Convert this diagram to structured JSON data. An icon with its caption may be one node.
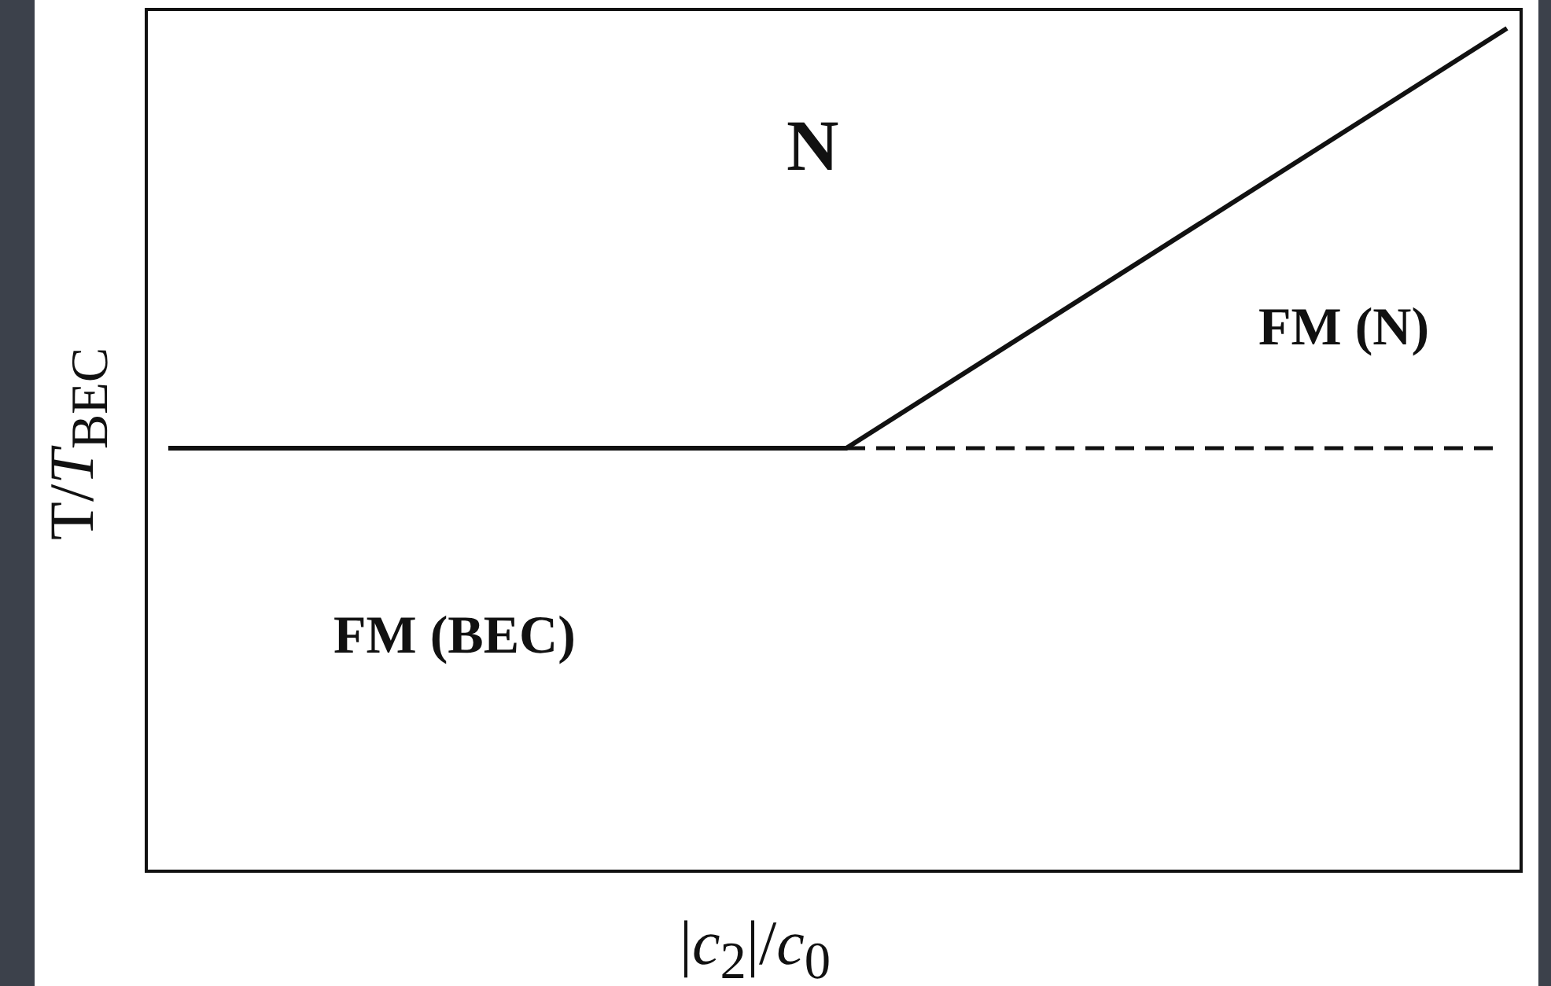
{
  "diagram": {
    "labels": [
      "N",
      "FM (N)",
      "FM (BEC)",
      "T/*T*$_{BEC}$",
      "|*c*$_{2}$|/*c*$_{0}$"
    ]
  }
}
